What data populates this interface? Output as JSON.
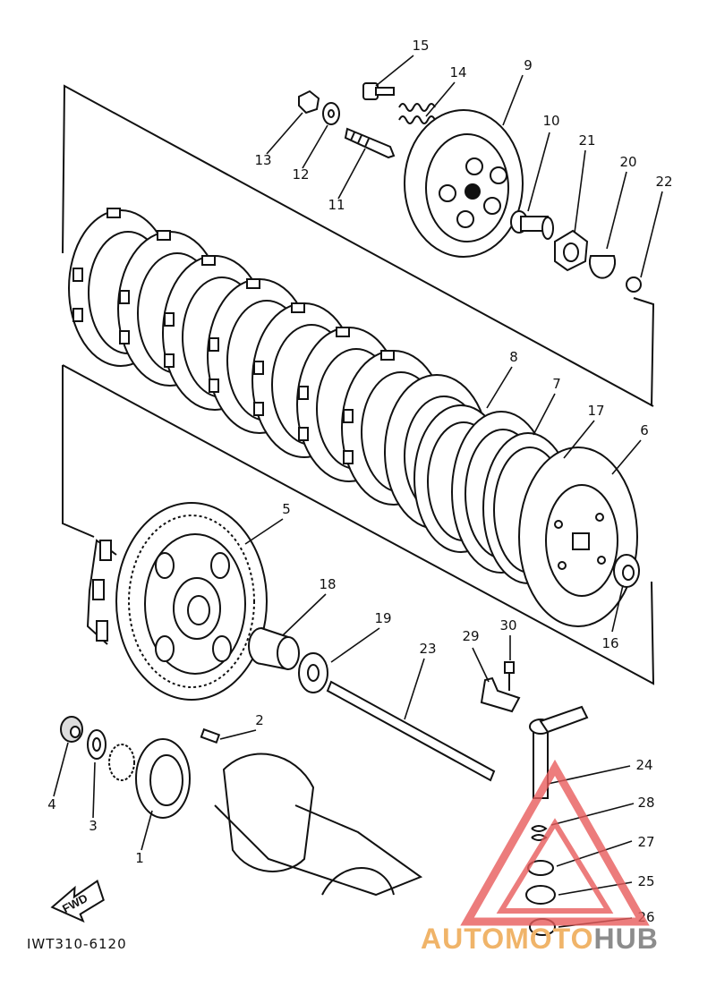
{
  "diagram": {
    "callouts": {
      "c1": "1",
      "c2": "2",
      "c3": "3",
      "c4": "4",
      "c5": "5",
      "c6": "6",
      "c7": "7",
      "c8": "8",
      "c9": "9",
      "c10": "10",
      "c11": "11",
      "c12": "12",
      "c13": "13",
      "c14": "14",
      "c15": "15",
      "c16": "16",
      "c17": "17",
      "c18": "18",
      "c19": "19",
      "c20": "20",
      "c21": "21",
      "c22": "22",
      "c23": "23",
      "c24": "24",
      "c25": "25",
      "c26": "26",
      "c27": "27",
      "c28": "28",
      "c29": "29",
      "c30": "30"
    },
    "direction_arrow": "FWD",
    "figure_code": "IWT310-6120"
  },
  "watermark": {
    "part1": "AUTOMOTO",
    "part2": "HUB",
    "colors": {
      "auto": "#f0b469",
      "moto": "#e7a19c",
      "hub": "#8c8c8c",
      "triangle": "#e85c5c"
    }
  }
}
